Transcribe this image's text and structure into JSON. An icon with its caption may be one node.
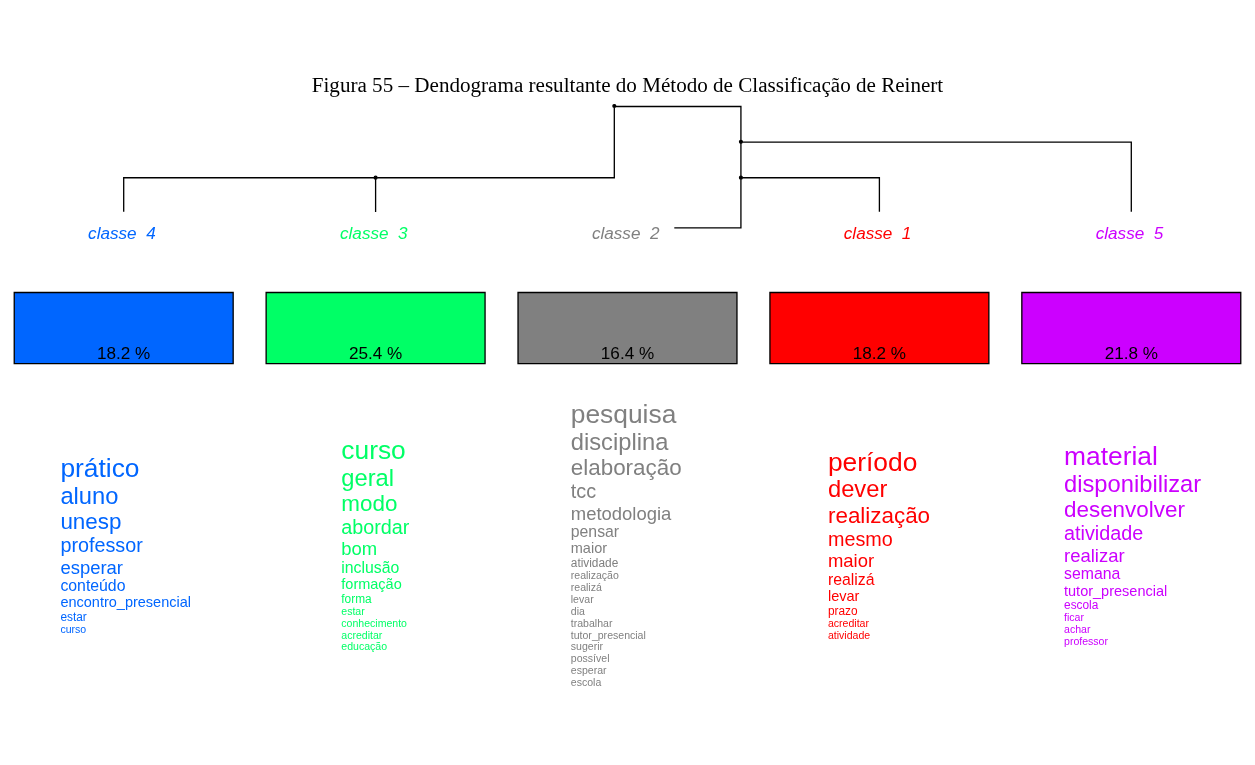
{
  "diagram": {
    "title": "Figura 55 – Dendograma resultante do Método de Classificação de Reinert",
    "nodes": [
      {
        "text": [],
        "shape": "point"
      },
      {
        "text": [],
        "shape": "point"
      },
      {
        "text": [],
        "shape": "point"
      },
      {
        "text": [],
        "shape": "point"
      },
      {
        "text": [
          "classe  4"
        ]
      },
      {
        "text": [
          "classe  3"
        ]
      },
      {
        "text": [
          "classe  2"
        ]
      },
      {
        "text": [
          "classe  1"
        ]
      },
      {
        "text": [
          "classe  5"
        ]
      },
      {
        "text": [
          "18.2 %"
        ],
        "beside": [
          "prático",
          "aluno",
          "unesp",
          "professor",
          "esperar",
          "conteúdo",
          "encontro_presencial",
          "estar",
          "curso"
        ]
      },
      {
        "text": [
          "25.4 %"
        ],
        "beside": [
          "curso",
          "geral",
          "modo",
          "abordar",
          "bom",
          "inclusão",
          "formação",
          "forma",
          "estar",
          "conhecimento",
          "acreditar",
          "educação"
        ]
      },
      {
        "text": [
          "16.4 %"
        ],
        "beside": [
          "pesquisa",
          "disciplina",
          "elaboração",
          "tcc",
          "metodologia",
          "pensar",
          "maior",
          "atividade",
          "realização",
          "realizá",
          "levar",
          "dia",
          "trabalhar",
          "tutor_presencial",
          "sugerir",
          "possível",
          "esperar",
          "escola"
        ]
      },
      {
        "text": [
          "18.2 %"
        ],
        "beside": [
          "período",
          "dever",
          "realização",
          "mesmo",
          "maior",
          "realizá",
          "levar",
          "prazo",
          "acreditar",
          "atividade"
        ]
      },
      {
        "text": [
          "21.8 %"
        ],
        "beside": [
          "material",
          "disponibilizar",
          "desenvolver",
          "atividade",
          "realizar",
          "semana",
          "tutor_presencial",
          "escola",
          "ficar",
          "achar",
          "professor"
        ]
      }
    ],
    "edges": [
      {
        "from": 0,
        "to": 1,
        "arrow": "none"
      },
      {
        "from": 0,
        "to": 2,
        "arrow": "none"
      },
      {
        "from": 1,
        "to": 4,
        "arrow": "none"
      },
      {
        "from": 1,
        "to": 5,
        "arrow": "none"
      },
      {
        "from": 2,
        "to": 3,
        "arrow": "none"
      },
      {
        "from": 2,
        "to": 8,
        "arrow": "none"
      },
      {
        "from": 3,
        "to": 6,
        "arrow": "none"
      },
      {
        "from": 3,
        "to": 7,
        "arrow": "none"
      }
    ]
  }
}
